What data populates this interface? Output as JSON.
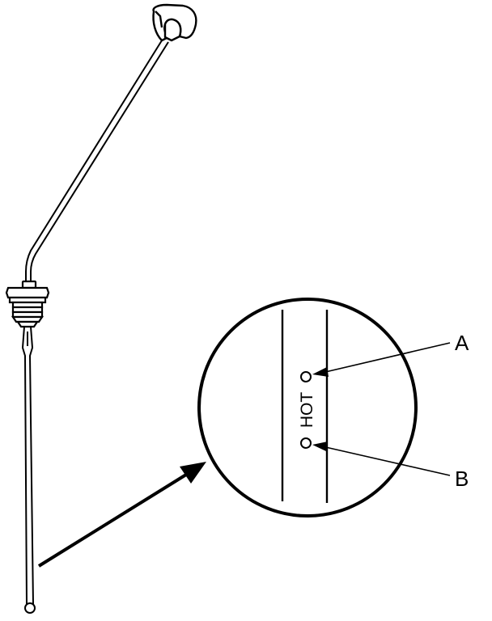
{
  "figure": {
    "colors": {
      "ink": "#000000",
      "paper": "#ffffff"
    },
    "callouts": {
      "upper_mark": "A",
      "lower_mark": "B"
    },
    "dipstick_marking": "HOT"
  }
}
